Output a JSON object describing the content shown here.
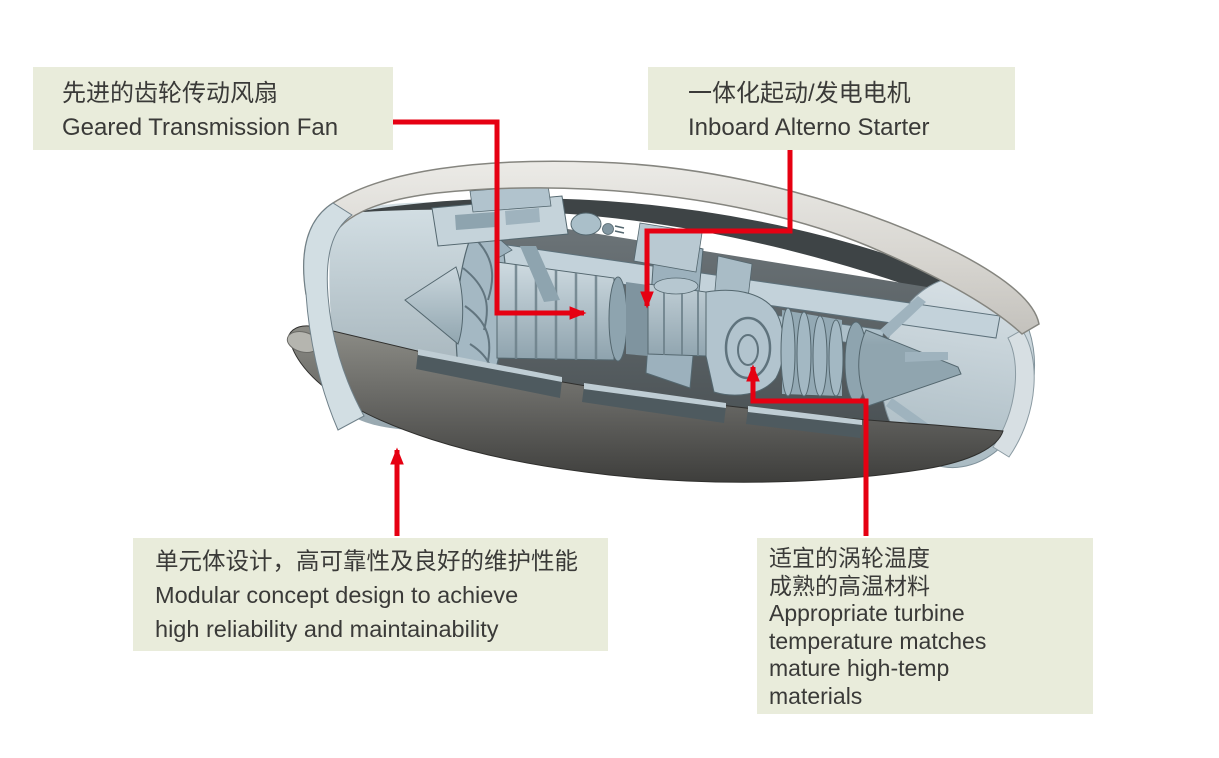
{
  "page": {
    "background": "#ffffff",
    "subject": "geared-turbofan-engine-cutaway-diagram"
  },
  "colors": {
    "callout_background": "#e9ecdb",
    "callout_text": "#3a3a38",
    "arrow": "#e60012",
    "nacelle_shell": "#d9d7d2",
    "nacelle_interior_dark": "#4b5255",
    "engine_core_blue": "#b7c8d1",
    "lower_cowl_dark": "#4a4a46"
  },
  "callouts": [
    {
      "name": "geared-transmission-fan",
      "lines": [
        "先进的齿轮传动风扇",
        "Geared Transmission Fan"
      ]
    },
    {
      "name": "inboard-alterno-starter",
      "lines": [
        "一体化起动/发电电机",
        "Inboard Alterno Starter"
      ]
    },
    {
      "name": "modular-concept-design",
      "lines": [
        "单元体设计，高可靠性及良好的维护性能",
        "Modular concept design to achieve",
        "high reliability and maintainability"
      ]
    },
    {
      "name": "turbine-temperature-materials",
      "lines": [
        "适宜的涡轮温度",
        "成熟的高温材料",
        "Appropriate turbine",
        "temperature matches",
        "mature high-temp",
        "materials"
      ]
    }
  ]
}
